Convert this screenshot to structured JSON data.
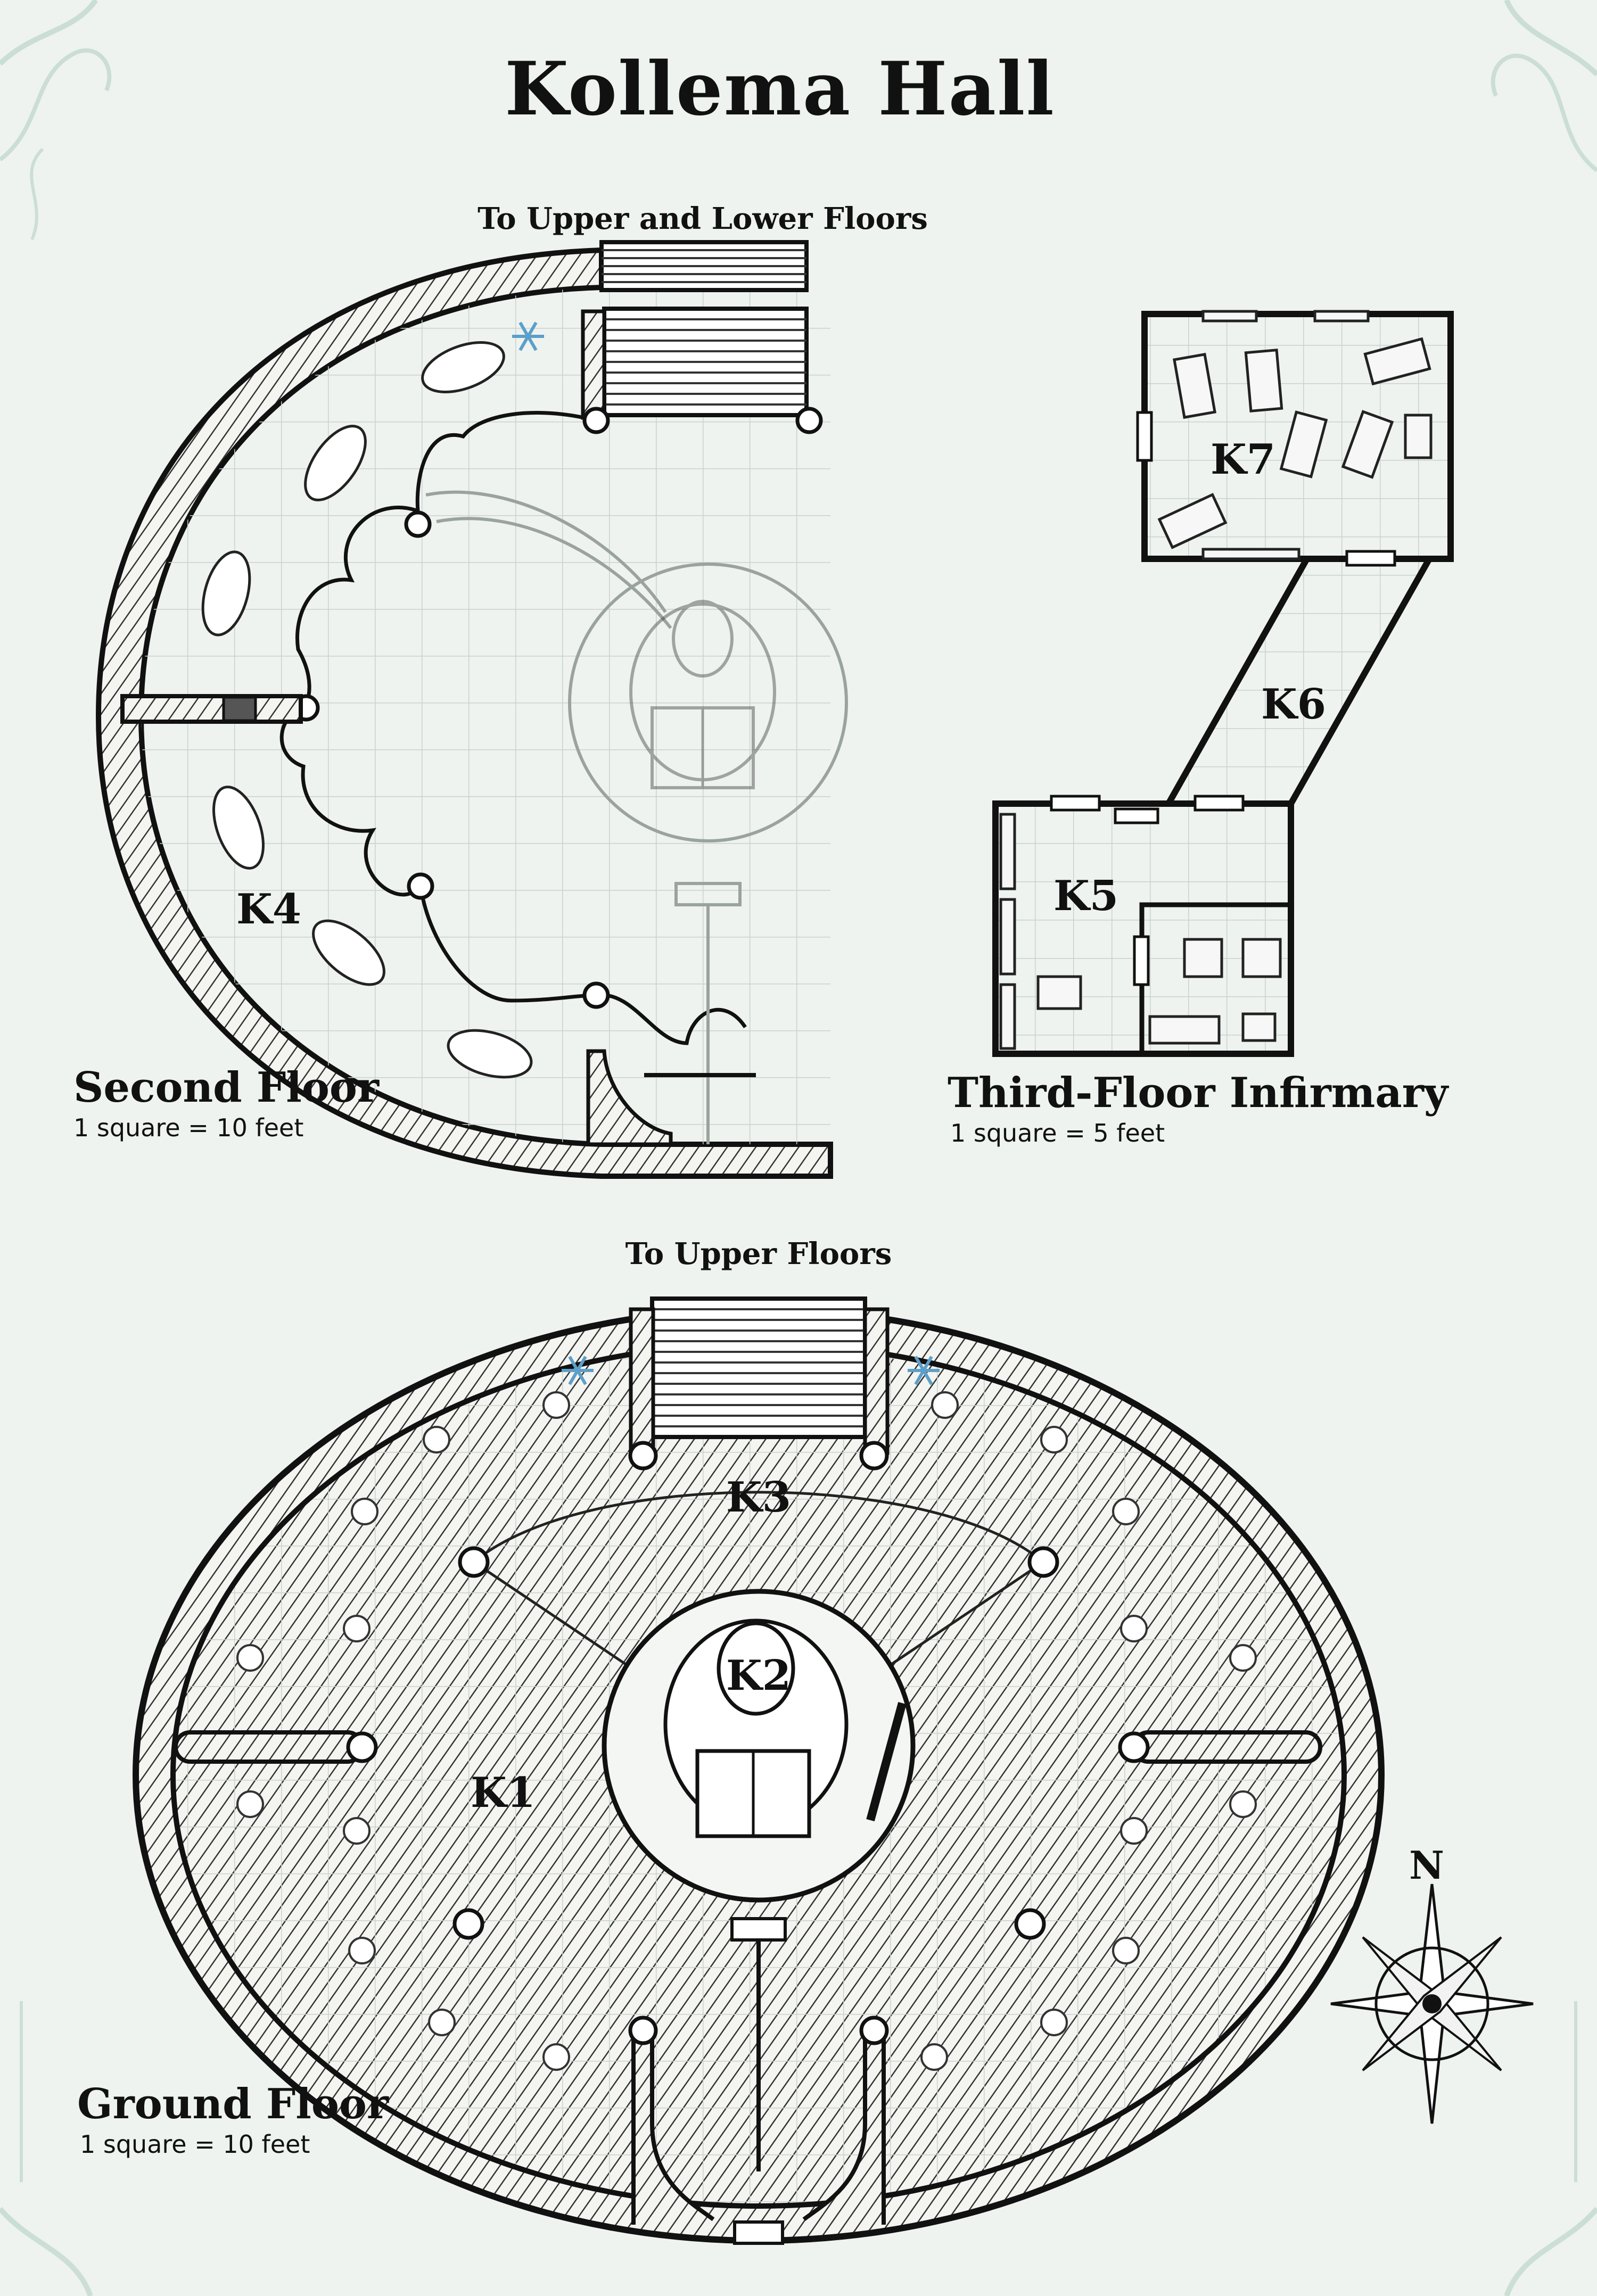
{
  "title": "Kollema Hall",
  "notes": {
    "upper_lower": "To Upper and Lower Floors",
    "upper": "To Upper Floors"
  },
  "second_floor": {
    "name": "Second Floor",
    "scale": "1 square = 10 feet"
  },
  "third_floor": {
    "name": "Third-Floor Infirmary",
    "scale": "1 square = 5 feet"
  },
  "ground_floor": {
    "name": "Ground Floor",
    "scale": "1 square = 10 feet"
  },
  "rooms": {
    "k1": "K1",
    "k2": "K2",
    "k3": "K3",
    "k4": "K4",
    "k5": "K5",
    "k6": "K6",
    "k7": "K7"
  },
  "compass": {
    "north": "N"
  },
  "colors": {
    "background": "#eef3ef",
    "ink": "#111111",
    "grid": "#c9d2cc",
    "frost": "#5c9fc9"
  },
  "icons": [
    "snowflake-icon",
    "compass-rose-icon",
    "statue-icon"
  ]
}
